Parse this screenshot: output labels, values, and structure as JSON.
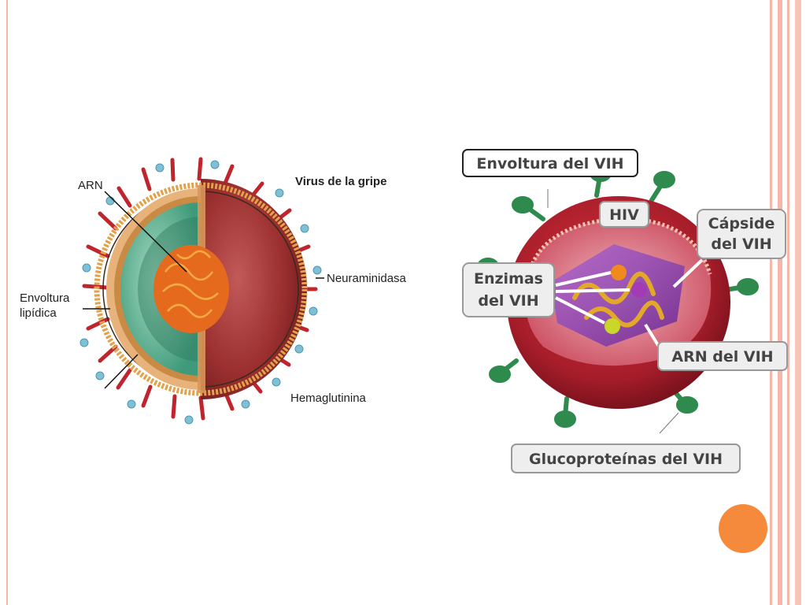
{
  "influenza": {
    "title": "Virus de la gripe",
    "labels": {
      "arn": "ARN",
      "envoltura_line1": "Envoltura",
      "envoltura_line2": "lipídica",
      "neuraminidasa": "Neuraminidasa",
      "hemaglutinina": "Hemaglutinina"
    }
  },
  "hiv": {
    "labels": {
      "envoltura": "Envoltura del VIH",
      "hiv": "HIV",
      "capside_line1": "Cápside",
      "capside_line2": "del VIH",
      "enzimas_line1": "Enzimas",
      "enzimas_line2": "del VIH",
      "arn": "ARN del VIH",
      "glucoproteinas": "Glucoproteínas del VIH"
    }
  },
  "colors": {
    "accent_orange": "#f58a3c",
    "stripe_peach": "#f6b7a8",
    "hiv_red": "#b0202e",
    "spike_green": "#2f8a4e"
  }
}
